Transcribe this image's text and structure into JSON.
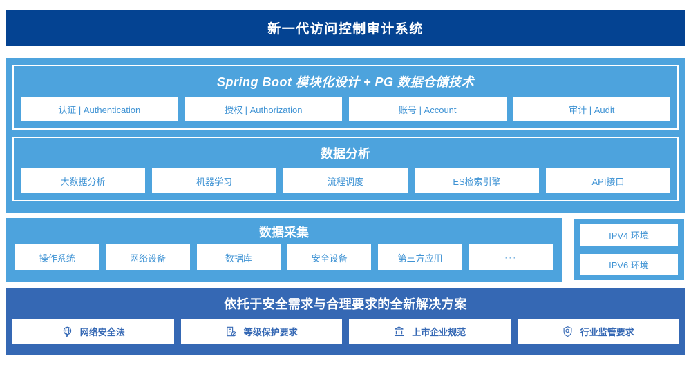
{
  "header": {
    "title": "新一代访问控制审计系统"
  },
  "platform": {
    "spring": {
      "title": "Spring Boot 模块化设计 + PG 数据仓储技术",
      "cards": [
        "认证 | Authentication",
        "授权 | Authorization",
        "账号 | Account",
        "审计 | Audit"
      ]
    },
    "analysis": {
      "title": "数据分析",
      "cards": [
        "大数据分析",
        "机器学习",
        "流程调度",
        "ES检索引擎",
        "API接口"
      ]
    }
  },
  "collection": {
    "title": "数据采集",
    "cards": [
      "操作系统",
      "网络设备",
      "数据库",
      "安全设备",
      "第三方应用",
      "···"
    ]
  },
  "environments": {
    "cards": [
      "IPV4 环境",
      "IPV6 环境"
    ]
  },
  "compliance": {
    "title": "依托于安全需求与合理要求的全新解决方案",
    "cards": [
      {
        "label": "网络安全法",
        "icon": "globe-icon"
      },
      {
        "label": "等级保护要求",
        "icon": "document-check-icon"
      },
      {
        "label": "上市企业规范",
        "icon": "bank-icon"
      },
      {
        "label": "行业监管要求",
        "icon": "shield-search-icon"
      }
    ]
  },
  "colors": {
    "header_navy": "#044392",
    "panel_blue": "#4da3dd",
    "compliance_blue": "#3568b4",
    "card_text": "#3f93d4",
    "card_bg": "#ffffff"
  }
}
